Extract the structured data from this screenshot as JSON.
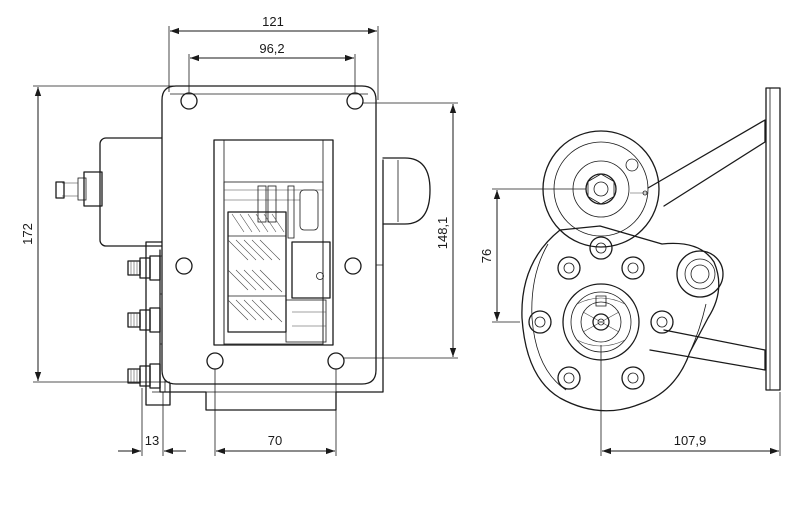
{
  "dimensions": {
    "overall_width": "121",
    "hole_spacing_width": "96,2",
    "overall_height": "172",
    "hole_spacing_height": "148,1",
    "terminal_offset": "13",
    "lower_hole_spacing": "70",
    "side_height": "76",
    "side_depth": "107,9"
  }
}
